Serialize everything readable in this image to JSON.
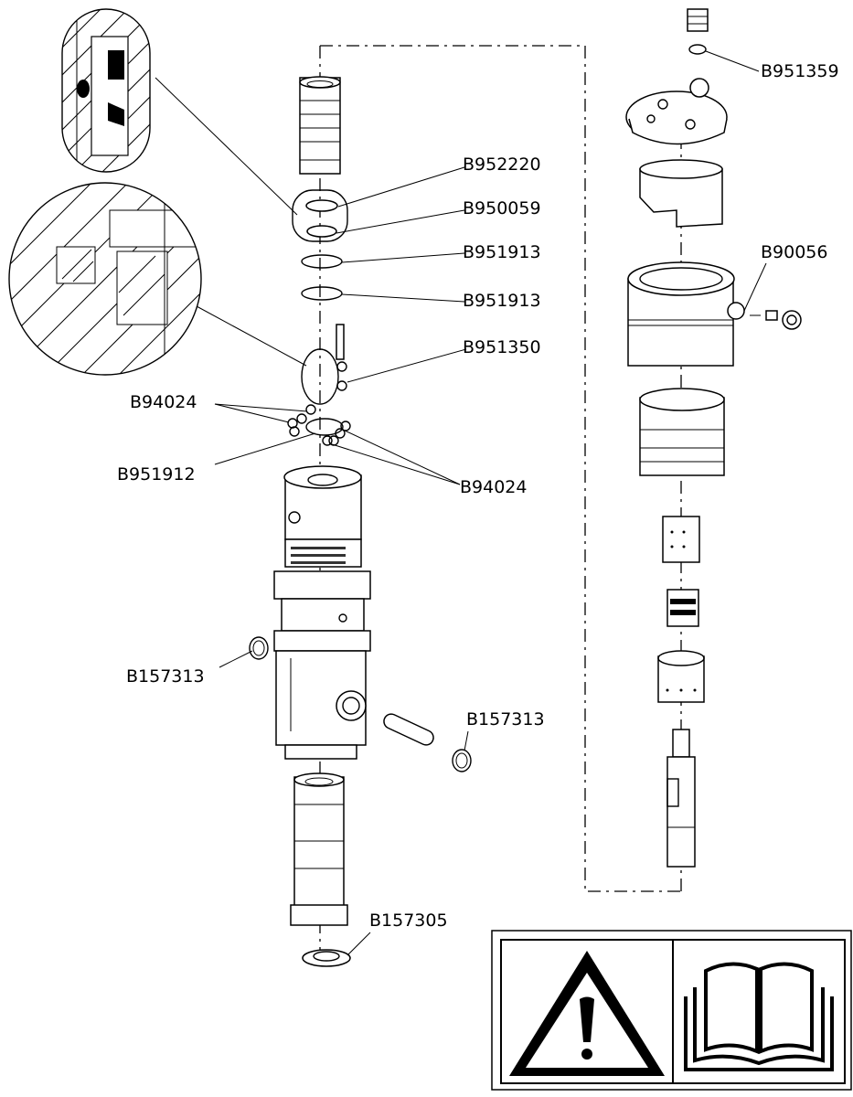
{
  "labels": {
    "l1": "B951359",
    "l2": "B952220",
    "l3": "B950059",
    "l4": "B951913",
    "l5": "B951913",
    "l6": "B90056",
    "l7": "B951350",
    "l8": "B94024",
    "l9": "B951912",
    "l10": "B94024",
    "l11": "B157313",
    "l12": "B157313",
    "l13": "B157305"
  },
  "icons": {
    "warning": "warning-triangle-icon",
    "manual": "open-book-manual-icon"
  }
}
